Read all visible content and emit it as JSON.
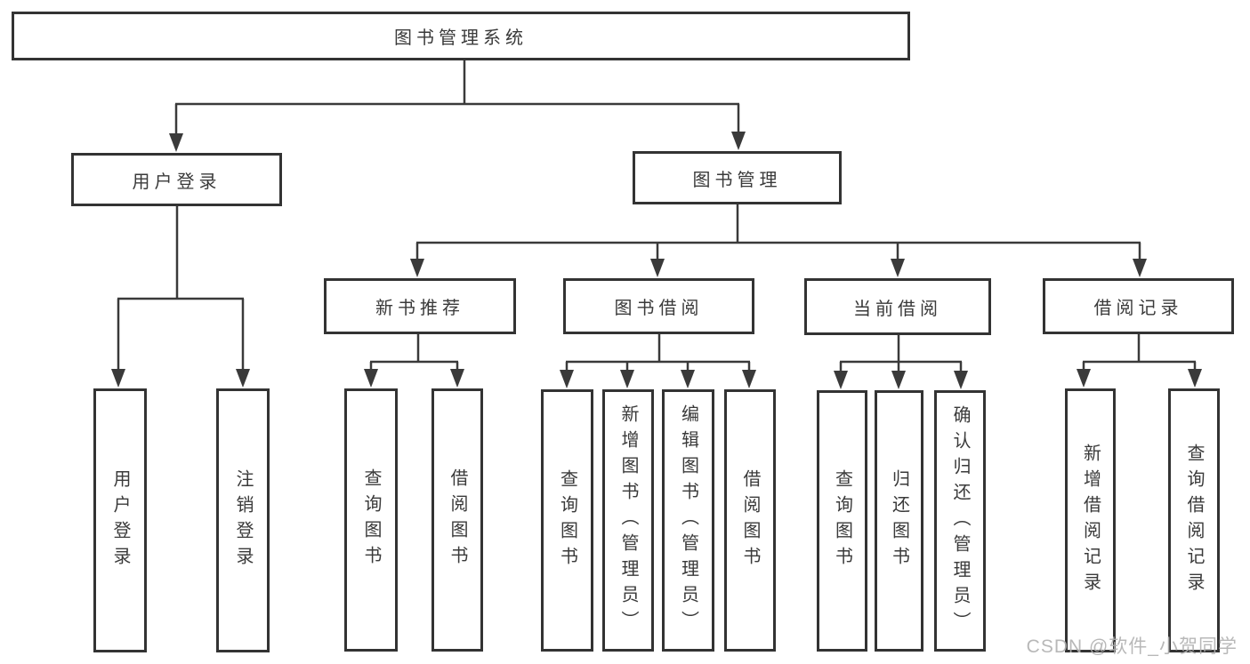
{
  "diagram": {
    "root": {
      "label": "图书管理系统"
    },
    "branches": [
      {
        "label": "用户登录",
        "children": [
          {
            "label": "用户登录"
          },
          {
            "label": "注销登录"
          }
        ]
      },
      {
        "label": "图书管理",
        "children": [
          {
            "label": "新书推荐",
            "children": [
              {
                "label": "查询图书"
              },
              {
                "label": "借阅图书"
              }
            ]
          },
          {
            "label": "图书借阅",
            "children": [
              {
                "label": "查询图书"
              },
              {
                "label": "新增图书（管理员）"
              },
              {
                "label": "编辑图书（管理员）"
              },
              {
                "label": "借阅图书"
              }
            ]
          },
          {
            "label": "当前借阅",
            "children": [
              {
                "label": "查询图书"
              },
              {
                "label": "归还图书"
              },
              {
                "label": "确认归还（管理员）"
              }
            ]
          },
          {
            "label": "借阅记录",
            "children": [
              {
                "label": "新增借阅记录"
              },
              {
                "label": "查询借阅记录"
              }
            ]
          }
        ]
      }
    ]
  },
  "watermark": "CSDN @软件_小贺同学",
  "colors": {
    "box_border": "#333333",
    "line": "#3a3a3a",
    "text": "#3a3a3a",
    "background": "#ffffff",
    "watermark": "#b0b0b0"
  }
}
